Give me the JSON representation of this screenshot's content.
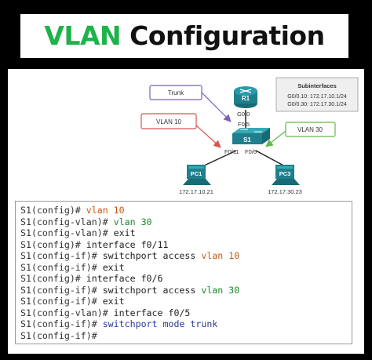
{
  "title": {
    "accent": "VLAN",
    "rest": " Configuration"
  },
  "colors": {
    "background": "#000000",
    "accent": "#1eb34a",
    "trunk_border": "#7b5fb8",
    "vlan10_border": "#d9534f",
    "vlan30_border": "#63b84a",
    "device": "#1f7f8c",
    "cmd_orange": "#c85a12",
    "cmd_green": "#1a8a2a",
    "cmd_blue": "#27379c"
  },
  "diagram": {
    "router": {
      "name": "R1",
      "port_label": "G0/0",
      "icon": "router-icon"
    },
    "switch": {
      "name": "S1",
      "uplink_port": "F0/5",
      "left_port": "F0/11",
      "right_port": "F0/6",
      "icon": "switch-icon"
    },
    "pcs": [
      {
        "name": "PC1",
        "ip": "172.17.10.21",
        "icon": "pc-icon"
      },
      {
        "name": "PC3",
        "ip": "172.17.30.23",
        "icon": "pc-icon"
      }
    ],
    "callouts": {
      "trunk": "Trunk",
      "vlan10": "VLAN 10",
      "vlan30": "VLAN 30"
    },
    "subinterfaces": {
      "title": "Subinterfaces",
      "lines": [
        "G0/0.10: 172.17.10.1/24",
        "G0/0.30: 172.17.30.1/24"
      ]
    }
  },
  "cli": {
    "lines": [
      {
        "prompt": "S1(config)# ",
        "command": "vlan 10",
        "color": "orange"
      },
      {
        "prompt": "S1(config-vlan)# ",
        "command": "vlan 30",
        "color": "green"
      },
      {
        "prompt": "S1(config-vlan)# ",
        "command": "exit",
        "color": "dark"
      },
      {
        "prompt": "S1(config)# ",
        "command": "interface f0/11",
        "color": "dark"
      },
      {
        "prompt": "S1(config-if)# ",
        "command": "switchport access ",
        "command_tail": "vlan 10",
        "color": "dark",
        "tail_color": "orange"
      },
      {
        "prompt": "S1(config-if)# ",
        "command": "exit",
        "color": "dark"
      },
      {
        "prompt": "S1(config)# ",
        "command": "interface f0/6",
        "color": "dark"
      },
      {
        "prompt": "S1(config-if)# ",
        "command": "switchport access ",
        "command_tail": "vlan 30",
        "color": "dark",
        "tail_color": "green"
      },
      {
        "prompt": "S1(config-if)# ",
        "command": "exit",
        "color": "dark"
      },
      {
        "prompt": "S1(config-vlan)# ",
        "command": "interface f0/5",
        "color": "dark"
      },
      {
        "prompt": "S1(config-if)# ",
        "command": "switchport mode trunk",
        "color": "blue"
      },
      {
        "prompt": "S1(config-if)#",
        "command": "",
        "color": "dark"
      }
    ]
  }
}
